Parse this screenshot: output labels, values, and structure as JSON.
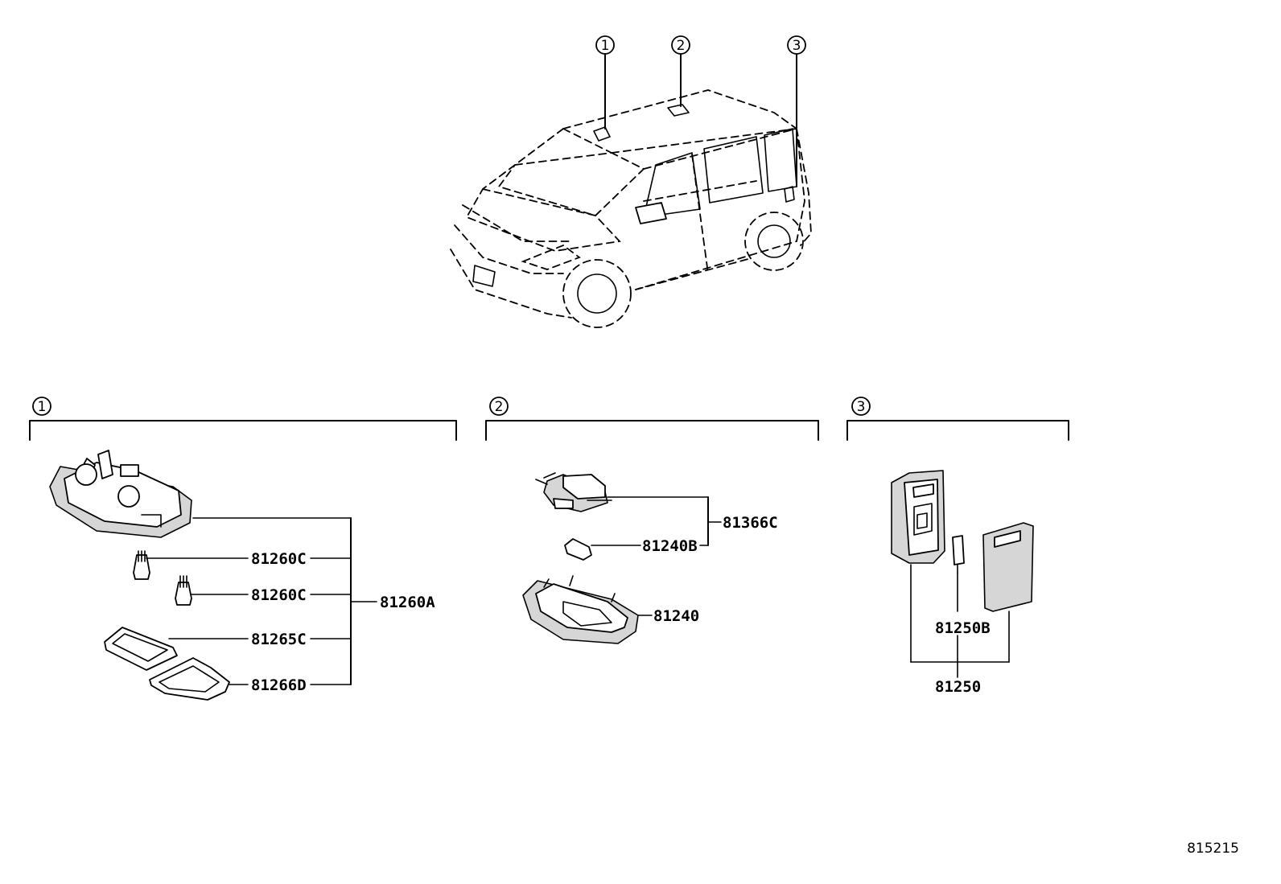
{
  "vehicle_markers": [
    "1",
    "2",
    "3"
  ],
  "sections": [
    {
      "marker": "1",
      "parts": [
        "81260C",
        "81260C",
        "81265C",
        "81266D"
      ],
      "assembly": "81260A"
    },
    {
      "marker": "2",
      "parts": [
        "81366C",
        "81240B",
        "81240"
      ]
    },
    {
      "marker": "3",
      "parts": [
        "81250B"
      ],
      "assembly": "81250"
    }
  ],
  "diagram_code": "815215"
}
